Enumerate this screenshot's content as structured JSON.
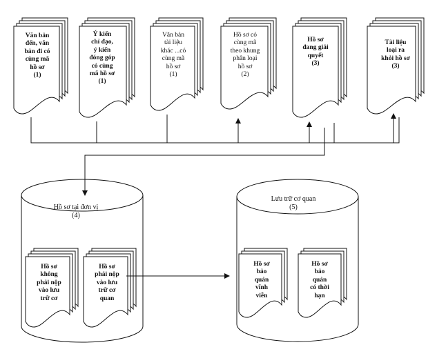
{
  "top_documents": [
    {
      "id": "doc-1",
      "text": "Văn bản\nđến, văn\nbản đi có\ncùng mã\nhồ sơ\n(1)",
      "bold": true
    },
    {
      "id": "doc-2",
      "text": "Ý kiến\nchỉ đạo,\ný kiến\nđóng góp\ncó cùng\nmã hồ sơ\n(1)",
      "bold": true
    },
    {
      "id": "doc-3",
      "text": "Văn bản\ntài liệu\nkhác ...có\ncùng mã\nhồ sơ\n(1)",
      "bold": false
    },
    {
      "id": "doc-4",
      "text": "Hồ sơ có\ncùng mã\ntheo khung\nphân loại\nhồ sơ\n(2)",
      "bold": false
    },
    {
      "id": "doc-5",
      "text": "Hồ sơ\nđang giải\nquyết\n(3)",
      "bold": true
    },
    {
      "id": "doc-6",
      "text": "Tài liệu\nloại ra\nkhỏi hồ sơ\n(3)",
      "bold": true
    }
  ],
  "unit_store": {
    "title": "Hồ sơ  tại đơn vị\n(4)",
    "docs": [
      {
        "text": "Hồ sơ\nkhông\nphải nộp\nvào lưu\ntrữ cơ"
      },
      {
        "text": "Hồ sơ\nphải nộp\nvào lưu\ntrữ cơ\nquan"
      }
    ]
  },
  "agency_archive": {
    "title": "Lưu trữ cơ quan\n(5)",
    "docs": [
      {
        "text": "Hồ sơ\nbảo\nquản\nvĩnh\nviễn"
      },
      {
        "text": "Hồ sơ\nbảo\nquản\ncó thời\nhạn"
      }
    ]
  }
}
